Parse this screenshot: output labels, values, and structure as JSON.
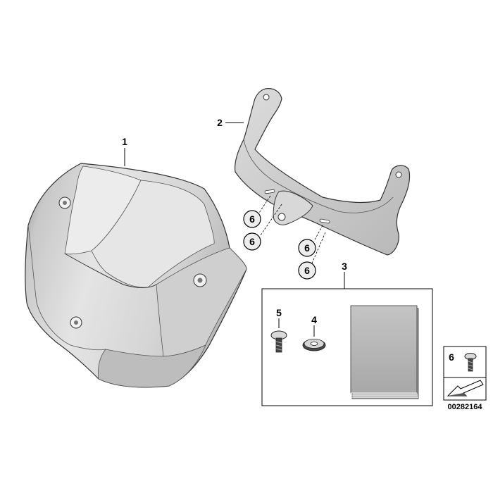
{
  "labels": {
    "windshield": "1",
    "bracket": "2",
    "kit": "3",
    "washer": "4",
    "screw": "5",
    "callout": "6"
  },
  "diagram_id": "00282164"
}
